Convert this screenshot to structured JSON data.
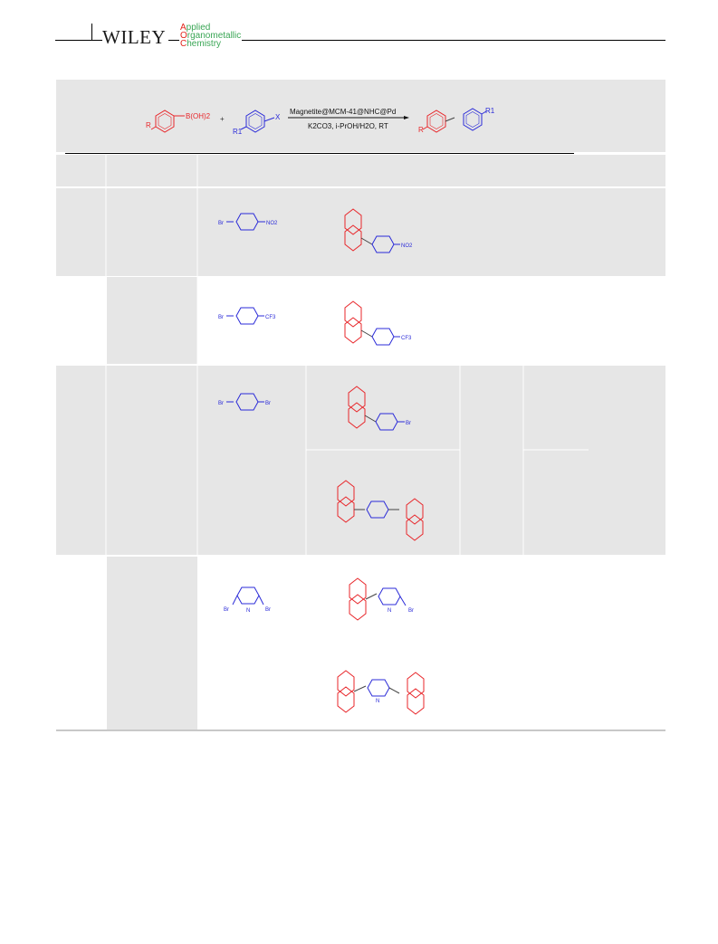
{
  "header": {
    "publisher": "WILEY",
    "journal_lines": [
      {
        "initial": "A",
        "rest": "pplied"
      },
      {
        "initial": "O",
        "rest": "rganometallic"
      },
      {
        "initial": "C",
        "rest": "hemistry"
      }
    ]
  },
  "scheme": {
    "reagent_label": "B(OH)2",
    "r_label": "R",
    "plus": "+",
    "halide_x": "X",
    "r1_label": "R1",
    "catalyst": "Magnetite@MCM-41@NHC@Pd",
    "conditions": "K2CO3, i-PrOH/H2O, RT",
    "product_r": "R",
    "product_r1": "R1"
  },
  "rows": [
    {
      "substrate": "4-bromonitrobenzene",
      "sub_labels": [
        "Br",
        "NO2"
      ],
      "product_labels": [
        "NO2"
      ]
    },
    {
      "substrate": "4-bromobenzotrifluoride",
      "sub_labels": [
        "Br",
        "CF3"
      ],
      "product_labels": [
        "CF3"
      ]
    },
    {
      "substrate": "1,4-dibromobenzene",
      "sub_labels": [
        "Br",
        "Br"
      ],
      "product_labels": [
        "Br"
      ]
    },
    {
      "substrate": "2,6-dibromopyridine",
      "sub_labels": [
        "Br",
        "N",
        "Br"
      ],
      "product_labels": [
        "N",
        "Br",
        "N"
      ]
    }
  ],
  "colors": {
    "aryl_boronic": "#e8262a",
    "aryl_halide": "#2b2bd8",
    "band": "#e6e6e6"
  }
}
